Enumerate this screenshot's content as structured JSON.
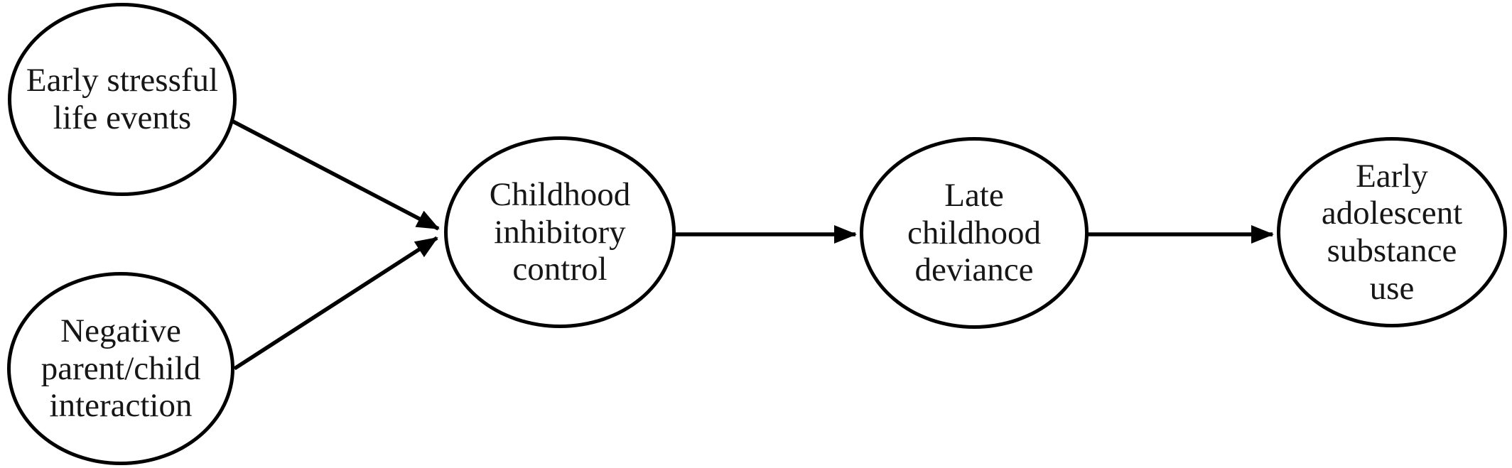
{
  "diagram": {
    "type": "path-model",
    "background_color": "#ffffff",
    "node_stroke_color": "#000000",
    "text_color": "#161616",
    "nodes": [
      {
        "id": "early-stressful-life-events",
        "shape": "ellipse",
        "label": "Early stressful\nlife events"
      },
      {
        "id": "negative-parent-child-interaction",
        "shape": "ellipse",
        "label": "Negative\nparent/child\ninteraction"
      },
      {
        "id": "childhood-inhibitory-control",
        "shape": "ellipse",
        "label": "Childhood\ninhibitory\ncontrol"
      },
      {
        "id": "late-childhood-deviance",
        "shape": "ellipse",
        "label": "Late\nchildhood\ndeviance"
      },
      {
        "id": "early-adolescent-substance-use",
        "shape": "ellipse",
        "label": "Early\nadolescent\nsubstance\nuse"
      }
    ],
    "edges": [
      {
        "from": "early-stressful-life-events",
        "to": "childhood-inhibitory-control",
        "style": "arrow"
      },
      {
        "from": "negative-parent-child-interaction",
        "to": "childhood-inhibitory-control",
        "style": "arrow"
      },
      {
        "from": "childhood-inhibitory-control",
        "to": "late-childhood-deviance",
        "style": "arrow"
      },
      {
        "from": "late-childhood-deviance",
        "to": "early-adolescent-substance-use",
        "style": "arrow"
      }
    ]
  }
}
